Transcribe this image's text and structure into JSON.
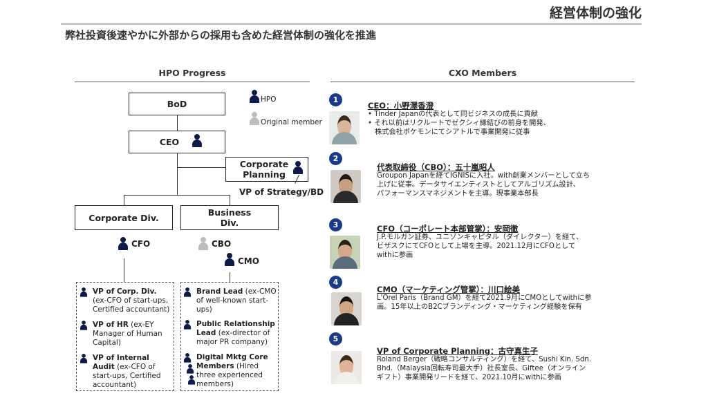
{
  "header": {
    "page_title": "経営体制の強化",
    "subtitle": "弊社投資後速やかに外部からの採用も含めた経営体制の強化を推進"
  },
  "hpo": {
    "heading": "HPO Progress",
    "legend": {
      "hpo": "HPO",
      "original": "Original member"
    },
    "boxes": {
      "bod": "BoD",
      "ceo": "CEO",
      "corp_planning": "Corporate Planning",
      "corporate_div": "Corporate Div.",
      "business_div": "Business Div."
    },
    "roles": {
      "vp_strategy": "VP of Strategy/BD",
      "cfo": "CFO",
      "cbo": "CBO",
      "cmo": "CMO"
    },
    "left_items": [
      {
        "title": "VP of Corp. Div.",
        "desc": " (ex-CFO of start-ups, Certified accountant)"
      },
      {
        "title": "VP of HR",
        "desc": " (ex-EY Manager of Human Capital)"
      },
      {
        "title": "VP of Internal Audit",
        "desc": " (ex-CFO of start-ups, Certified accountant)"
      }
    ],
    "right_items": [
      {
        "title": "Brand Lead",
        "desc": " (ex-CMO of well-known start-ups)"
      },
      {
        "title": "Public Relationship Lead",
        "desc": " (ex-director of major PR company)"
      },
      {
        "title": "Digital Mktg Core Members",
        "desc": " (Hired three experienced members)"
      }
    ]
  },
  "cxo": {
    "heading": "CXO Members",
    "members": [
      {
        "num": "1",
        "title": "CEO：小野澤香澄",
        "lines": [
          "• Tinder Japanの代表として同ビジネスの成長に貢献",
          "• それ以前はリクルートでゼクシィ縁結びの前身を開発、",
          "　株式会社ポケモンにてシアトルで事業開発に従事"
        ]
      },
      {
        "num": "2",
        "title": "代表取締役（CBO）：五十嵐昭人",
        "lines": [
          "Groupon Japanを経てIGNISに入社。with創業メンバーとして立ち",
          "上げに従事。データサイエンティストとしてアルゴリズム設計、",
          "パフォーマンスマネジメントを主導。現事業本部長"
        ]
      },
      {
        "num": "3",
        "title": "CFO（コーポレート本部管掌）：安岡徹",
        "lines": [
          "J.P.モルガン証券、ユニゾンキャピタル（ダイレクター）を経て、",
          "ビザスクにてCFOとして上場を主導。2021.12月にCFOとして",
          "withに参画"
        ]
      },
      {
        "num": "4",
        "title": "CMO（マーケティング管掌）：川口絵美",
        "lines": [
          "L'Orel Paris（Brand GM）を経て2021.9月にCMOとしてwithに参",
          "画。15年以上のB2Cブランディング・マーケティング経験を保有"
        ]
      },
      {
        "num": "5",
        "title": "VP of Corporate Planning：古守真生子",
        "lines": [
          "Roland Berger（戦略コンサルティング）を経て、Sushi Kin. Sdn.",
          "Bhd.（Malaysia回転寿司最大手）社長室長、Giftee（オンライン",
          "ギフト）事業開発リードを経て、2021.10月にwithに参画"
        ]
      }
    ]
  },
  "colors": {
    "navy": "#0d1b4a",
    "badge": "#1a3b8c",
    "gray": "#bdbdbd"
  }
}
